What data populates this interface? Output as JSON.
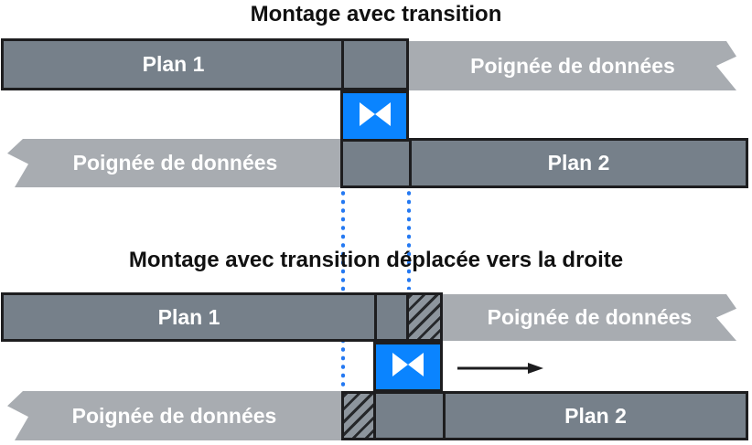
{
  "colors": {
    "clip_dark": "#76808A",
    "handle_gray": "#A8ACB1",
    "transition_blue": "#0A84FF",
    "guide_blue": "#2479F2",
    "hatch_bg": "#8D959D",
    "hatch_line": "#26282B",
    "line_black": "#1D1D1F",
    "label_white": "#FFFFFF",
    "title_black": "#111111"
  },
  "icons": {
    "transition": "bowtie-transition-icon",
    "move_right": "right-arrow-icon"
  },
  "diagram_top": {
    "title": "Montage avec transition",
    "clip1_label": "Plan 1",
    "clip2_label": "Plan 2",
    "handle_right_label": "Poignée de données",
    "handle_left_label": "Poignée de données"
  },
  "diagram_bottom": {
    "title": "Montage avec transition déplacée vers la droite",
    "clip1_label": "Plan 1",
    "clip2_label": "Plan 2",
    "handle_right_label": "Poignée de données",
    "handle_left_label": "Poignée de données"
  }
}
